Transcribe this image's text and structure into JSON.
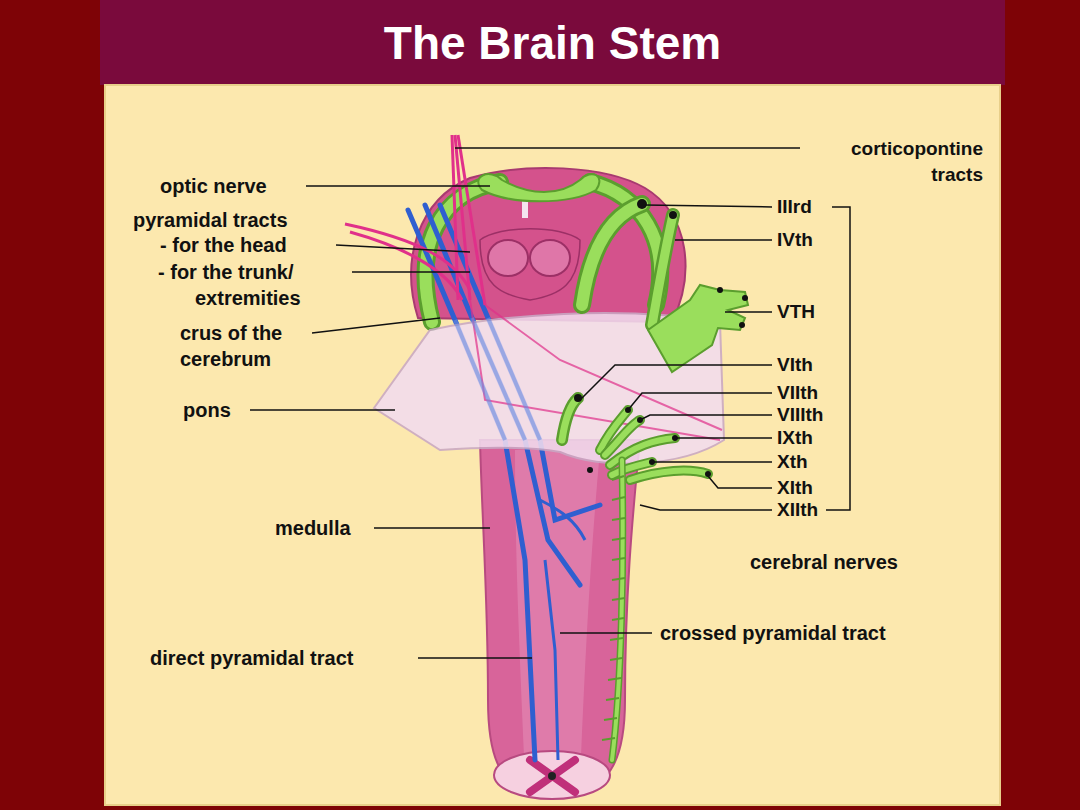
{
  "diagram": {
    "title": "The Brain Stem",
    "labels": [
      "corticopontine tracts",
      "optic nerve",
      "pyramidal tracts",
      "- for the head",
      "- for the trunk/ extremities",
      "crus of the cerebrum",
      "pons",
      "medulla",
      "direct pyramidal tract",
      "IIIrd",
      "IVth",
      "VTH",
      "VIth",
      "VIIth",
      "VIIIth",
      "IXth",
      "Xth",
      "XIth",
      "XIIth",
      "cerebral nerves",
      "crossed pyramidal tract"
    ]
  }
}
